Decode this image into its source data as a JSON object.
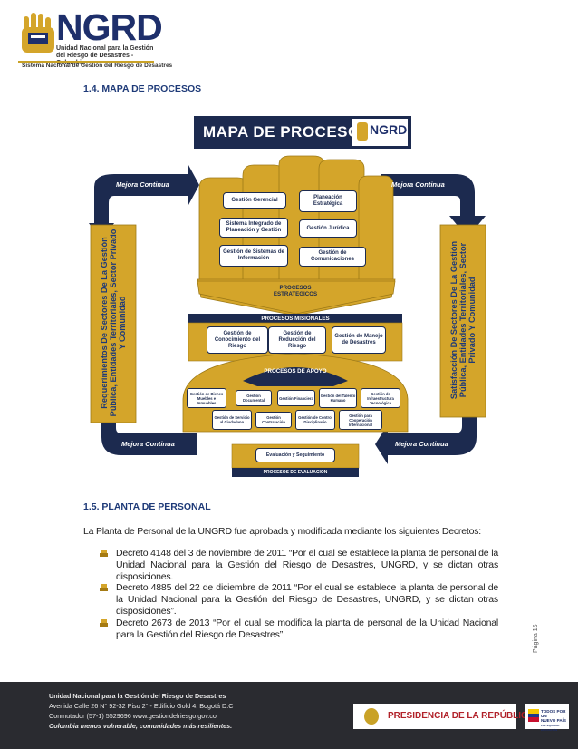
{
  "header": {
    "brand": "NGRD",
    "subtitle_line1": "Unidad Nacional para la Gestión del Riesgo de Desastres - Colombia",
    "subtitle_line2": "Sistema Nacional de Gestión del Riesgo de Desastres"
  },
  "section_1_4": {
    "title": "1.4. MAPA DE PROCESOS"
  },
  "diagram": {
    "banner_title": "MAPA DE PROCESOS",
    "banner_logo": "NGRD",
    "mejora_top_left": "Mejora Continua",
    "mejora_top_right": "Mejora Continua",
    "mejora_bottom_left": "Mejora Continua",
    "mejora_bottom_right": "Mejora Continua",
    "left_text": [
      "Requerimientos De Sectores De La Gestión",
      "Pública, Entidades Territoriales, Sector Privado",
      "Y Comunidad"
    ],
    "right_text": [
      "Satisfacción De Sectores De La Gestión",
      "Pública, Entidades Territoriales, Sector",
      "Privado Y Comunidad"
    ],
    "estrategicos": {
      "gerencial": "Gestión Gerencial",
      "planeacion": "Planeación Estratégica",
      "sistema_integrado": "Sistema Integrado de Planeación y Gestión",
      "juridica": "Gestión Jurídica",
      "sistemas_info": "Gestión de Sistemas de Información",
      "comunicaciones": "Gestión de Comunicaciones",
      "label": "PROCESOS ESTRATEGICOS"
    },
    "misionales": {
      "label": "PROCESOS MISIONALES",
      "conocimiento": "Gestión de Conocimiento del Riesgo",
      "reduccion": "Gestión de Reducción del Riesgo",
      "manejo": "Gestión de Manejo de Desastres"
    },
    "apoyo": {
      "label": "PROCESOS DE APOYO",
      "bienes": "Gestión de Bienes Muebles e Inmuebles",
      "documental": "Gestión Documental",
      "financiera": "Gestión Financiera",
      "talento": "Gestión del Talento Humano",
      "infraestructura": "Gestión de Infraestructura Tecnológica",
      "servicio": "Gestión de Servicio al Ciudadano",
      "contratacion": "Gestión Contratación",
      "control": "Gestión de Control Disciplinario",
      "cooperacion": "Gestión para Cooperación Internacional"
    },
    "evaluacion": {
      "box": "Evaluación y Seguimiento",
      "label": "PROCESOS DE EVALUACION"
    }
  },
  "section_1_5": {
    "title": "1.5. PLANTA DE PERSONAL",
    "intro": "La Planta de Personal de la UNGRD fue aprobada y modificada mediante los siguientes Decretos:",
    "decretos": [
      "Decreto 4148 del 3 de noviembre de 2011 “Por el cual se establece la planta de personal de la Unidad Nacional para la Gestión del Riesgo de Desastres, UNGRD, y se dictan otras disposiciones.",
      "Decreto 4885 del 22 de diciembre de 2011 “Por el cual se establece la planta de personal de la Unidad Nacional para la Gestión del Riesgo de Desastres, UNGRD, y se dictan otras disposiciones”.",
      "Decreto 2673 de 2013 “Por el cual se modifica la planta de personal de la Unidad Nacional para la Gestión del Riesgo de Desastres”"
    ]
  },
  "page_label": "Página 15",
  "footer": {
    "line1": "Unidad Nacional para la Gestión del Riesgo de Desastres",
    "line2": "Avenida Calle 26 N° 92-32 Piso 2° - Edificio Gold 4, Bogotá D.C",
    "line3": "Conmutador (57-1) 5529696 www.gestiondelriesgo.gov.co",
    "line4": "Colombia menos vulnerable, comunidades más resilientes.",
    "presidencia": "PRESIDENCIA DE LA REPÚBLICA",
    "todos_line1": "TODOS POR UN",
    "todos_line2": "NUEVO PAÍS",
    "todos_line3": "PAZ EQUIDAD EDUCACIÓN"
  },
  "colors": {
    "navy": "#1c2a4f",
    "gold": "#d4a52a",
    "accent_blue": "#1e3a78",
    "footer_bg": "#2a2b30"
  }
}
